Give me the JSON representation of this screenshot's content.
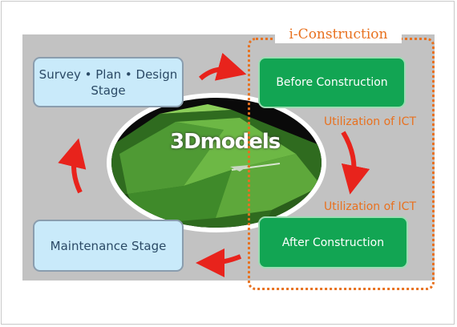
{
  "title": "i-Construction",
  "center_label": "3Dmodels",
  "stages": {
    "survey_line1": "Survey • Plan • Design",
    "survey_line2": "Stage",
    "maintenance": "Maintenance Stage",
    "before": "Before Construction",
    "after": "After Construction"
  },
  "ict_labels": [
    "Utilization of ICT",
    "Utilization of ICT"
  ],
  "colors": {
    "accent_orange": "#e8711f",
    "arrow_red": "#e8231c",
    "green_box": "#12a553",
    "blue_box": "#c9eafa"
  },
  "icons": [
    "cycle-arrow-icon"
  ]
}
